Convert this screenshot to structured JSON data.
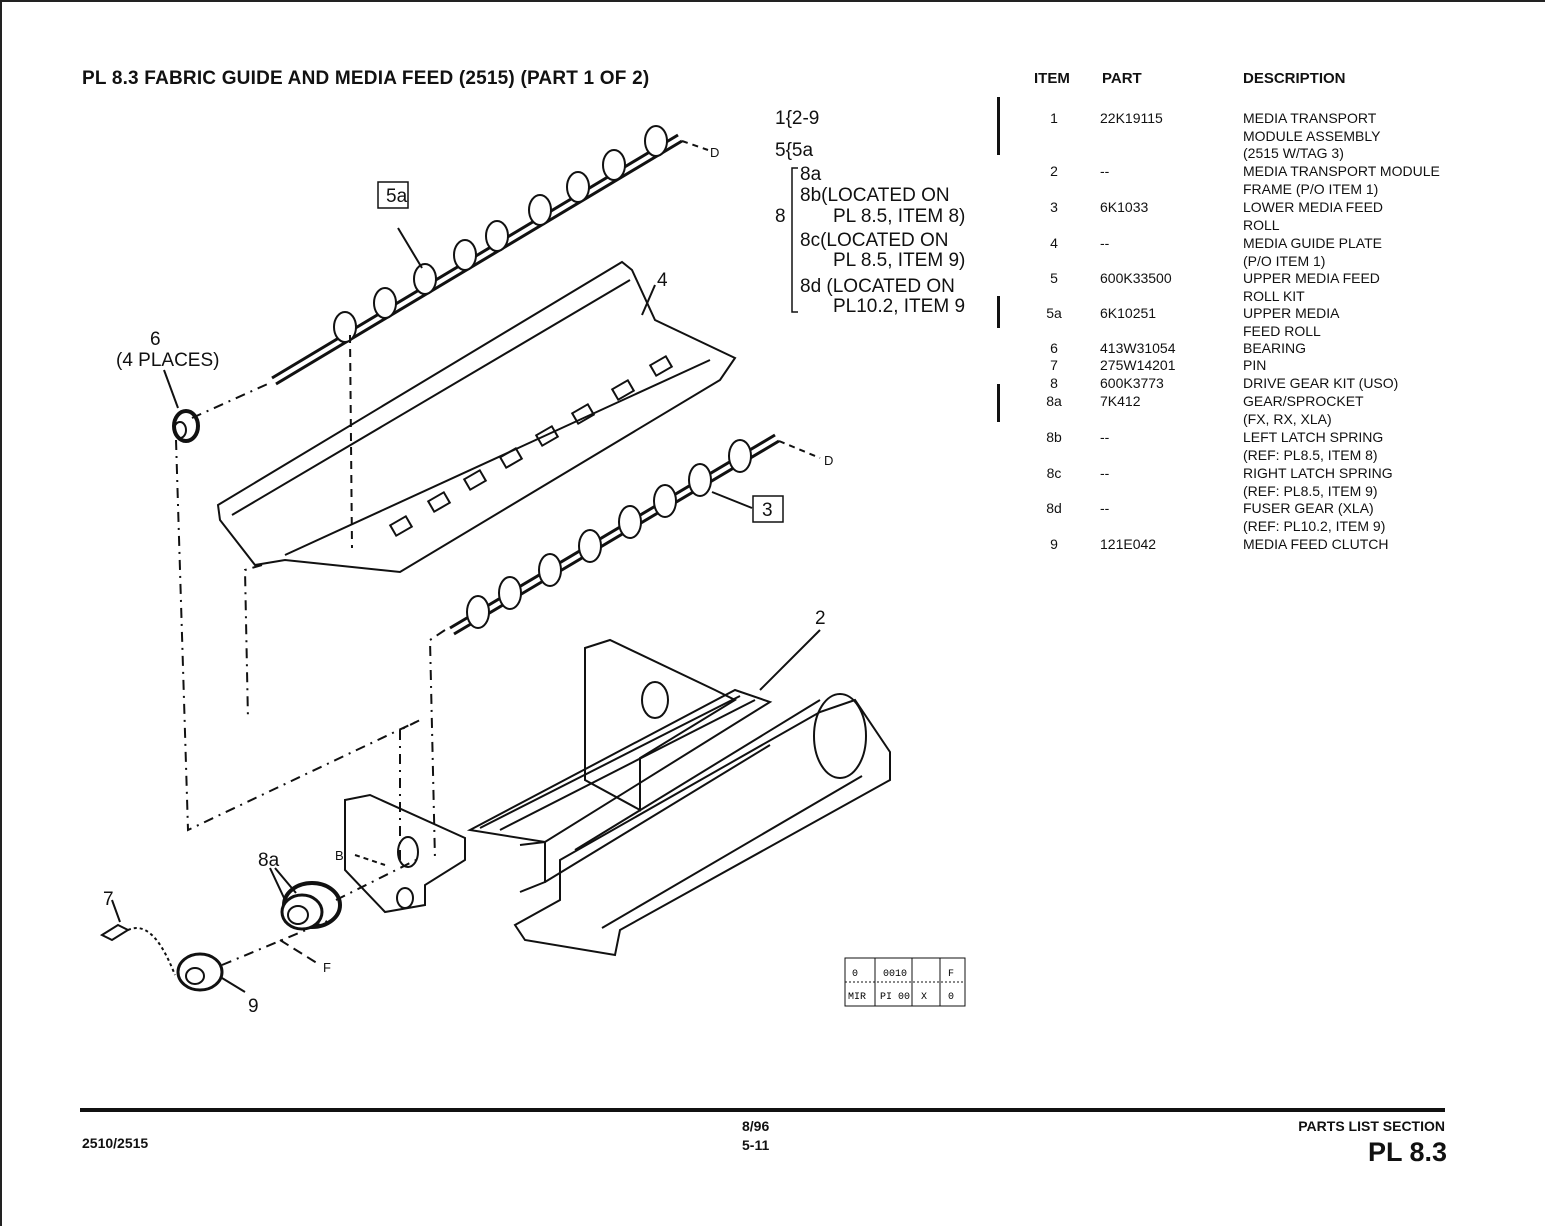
{
  "title": "PL 8.3 FABRIC GUIDE AND MEDIA FEED (2515) (PART 1 OF 2)",
  "callouts": {
    "c1": "1{2-9",
    "c5": "5{5a",
    "c8a": "8a",
    "c8b1": "8b(LOCATED ON",
    "c8b2": "PL 8.5, ITEM 8)",
    "c8": "8",
    "c8c1": "8c(LOCATED ON",
    "c8c2": "PL 8.5, ITEM 9)",
    "c8d1": "8d (LOCATED ON",
    "c8d2": "PL10.2, ITEM 9",
    "label_5a": "5a",
    "label_6": "6",
    "label_6_places": "(4 PLACES)",
    "label_4": "4",
    "label_3": "3",
    "label_2": "2",
    "label_8a": "8a",
    "label_7": "7",
    "label_9": "9",
    "label_D1": "D",
    "label_D2": "D",
    "label_B": "B",
    "label_F": "F"
  },
  "stamp": {
    "r1": [
      "0",
      "0010",
      "F"
    ],
    "r2": [
      "MIR",
      "PI 00",
      "X",
      "0"
    ]
  },
  "table": {
    "headers": {
      "item": "ITEM",
      "part": "PART",
      "description": "DESCRIPTION"
    },
    "rows": [
      {
        "item": "1",
        "part": "22K19115",
        "description": "MEDIA TRANSPORT\nMODULE ASSEMBLY\n(2515 W/TAG 3)"
      },
      {
        "item": "2",
        "part": "--",
        "description": "MEDIA TRANSPORT MODULE\nFRAME (P/O ITEM 1)"
      },
      {
        "item": "3",
        "part": "6K1033",
        "description": "LOWER MEDIA FEED\nROLL"
      },
      {
        "item": "4",
        "part": "--",
        "description": "MEDIA GUIDE PLATE\n(P/O ITEM 1)"
      },
      {
        "item": "5",
        "part": "600K33500",
        "description": "UPPER MEDIA FEED\nROLL KIT"
      },
      {
        "item": "5a",
        "part": "6K10251",
        "description": "UPPER MEDIA\nFEED ROLL"
      },
      {
        "item": "6",
        "part": "413W31054",
        "description": "BEARING"
      },
      {
        "item": "7",
        "part": "275W14201",
        "description": "PIN"
      },
      {
        "item": "8",
        "part": "600K3773",
        "description": "DRIVE GEAR KIT (USO)"
      },
      {
        "item": "8a",
        "part": "7K412",
        "description": "GEAR/SPROCKET\n(FX, RX, XLA)"
      },
      {
        "item": "8b",
        "part": "--",
        "description": "LEFT LATCH SPRING\n(REF: PL8.5, ITEM 8)"
      },
      {
        "item": "8c",
        "part": "--",
        "description": "RIGHT LATCH SPRING\n(REF: PL8.5, ITEM 9)"
      },
      {
        "item": "8d",
        "part": "--",
        "description": "FUSER GEAR (XLA)\n(REF: PL10.2, ITEM 9)"
      },
      {
        "item": "9",
        "part": "121E042",
        "description": "MEDIA FEED CLUTCH"
      }
    ]
  },
  "footer": {
    "models": "2510/2515",
    "date": "8/96",
    "page": "5-11",
    "section": "PARTS LIST SECTION",
    "pl": "PL 8.3"
  }
}
